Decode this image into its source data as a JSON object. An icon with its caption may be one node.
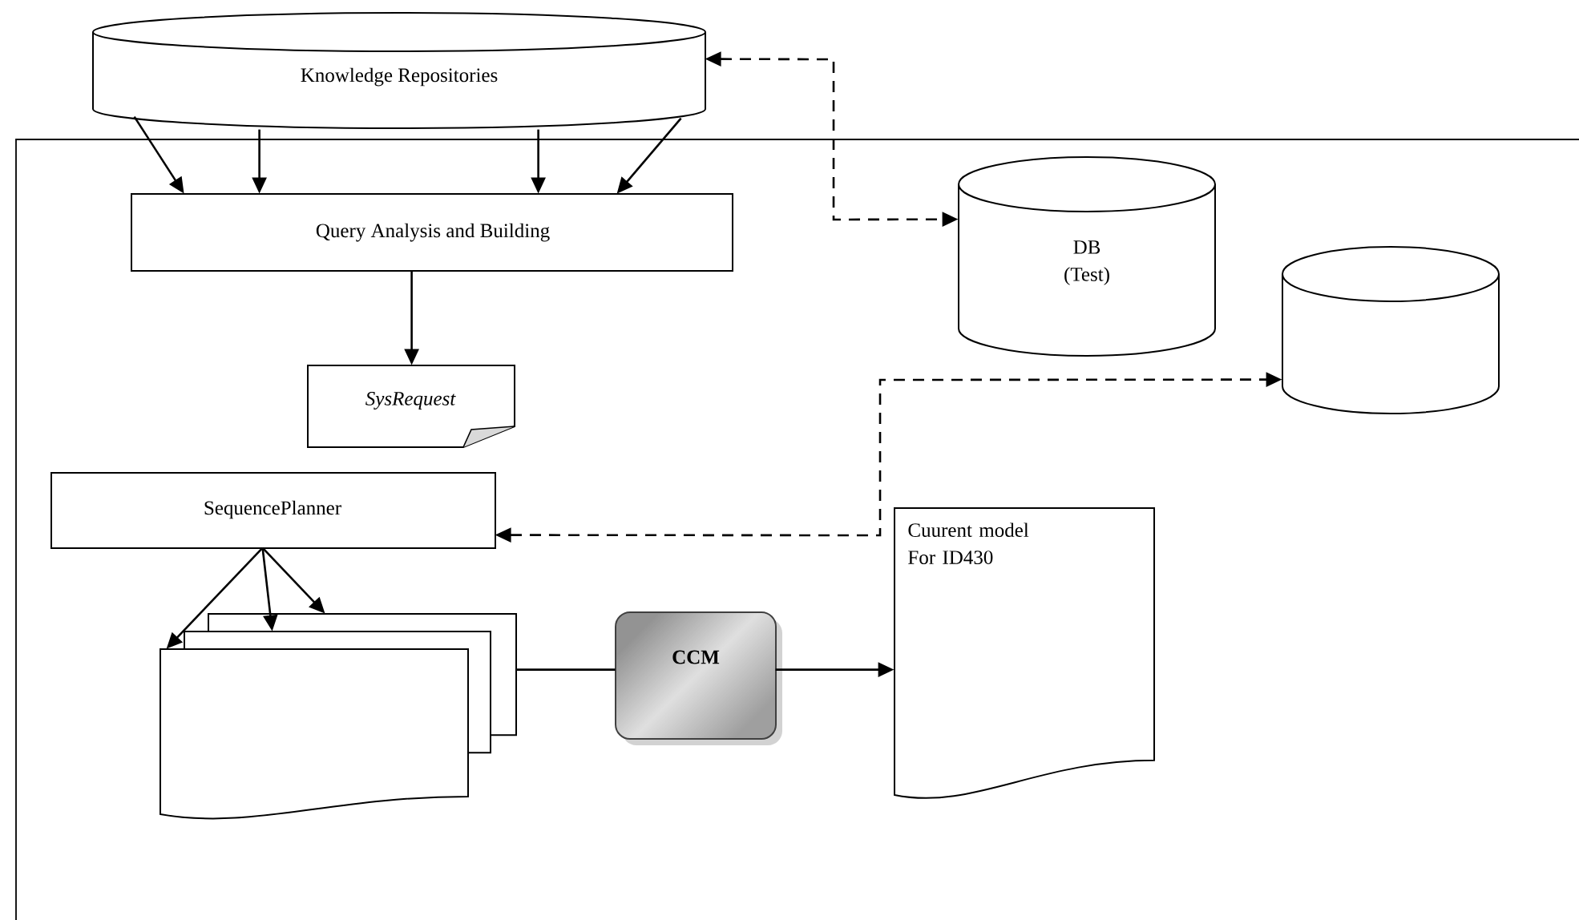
{
  "diagram": {
    "nodes": [
      {
        "text": [
          "Knowledge Repositories"
        ]
      },
      {
        "text": [
          "Query Analysis and Building"
        ]
      },
      {
        "text": [
          "SysRequest"
        ]
      },
      {
        "text": [
          "DB (Test)"
        ]
      },
      {
        "text": [],
        "shape": "cylinder"
      },
      {
        "text": [
          "SequencePlanner"
        ]
      },
      {
        "text": [],
        "shape": "document"
      },
      {
        "text": [],
        "shape": "document"
      },
      {
        "text": [],
        "shape": "document"
      },
      {
        "text": [
          "CCM"
        ]
      },
      {
        "text": [
          "Cuurent model For ID430"
        ]
      }
    ],
    "edges": [
      {
        "from": 0,
        "to": 1,
        "arrow": "to"
      },
      {
        "from": 0,
        "to": 1,
        "arrow": "to"
      },
      {
        "from": 0,
        "to": 1,
        "arrow": "to"
      },
      {
        "from": 0,
        "to": 1,
        "arrow": "to"
      },
      {
        "from": 1,
        "to": 2,
        "arrow": "to"
      },
      {
        "from": 0,
        "to": 3,
        "arrow": "both",
        "style": "dashed"
      },
      {
        "from": 5,
        "to": 4,
        "arrow": "both",
        "style": "dashed"
      },
      {
        "from": 5,
        "to": 6,
        "arrow": "to"
      },
      {
        "from": 5,
        "to": 7,
        "arrow": "to"
      },
      {
        "from": 5,
        "to": 8,
        "arrow": "to"
      },
      {
        "from": 8,
        "to": 9,
        "arrow": "none"
      },
      {
        "from": 9,
        "to": 10,
        "arrow": "to"
      }
    ]
  }
}
